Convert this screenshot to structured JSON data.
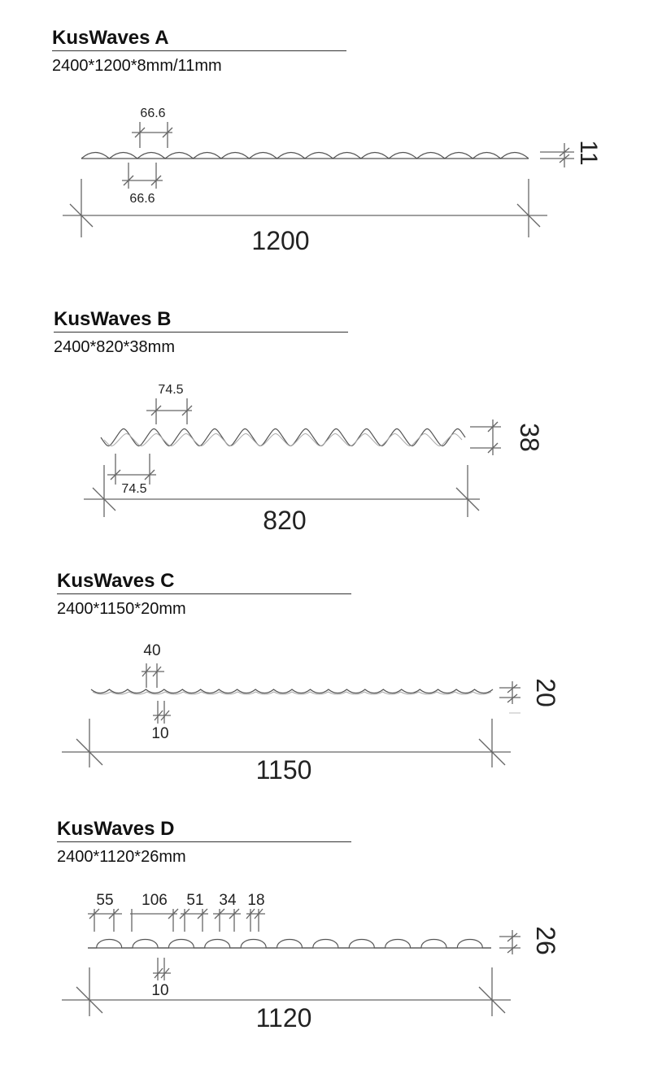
{
  "sections": [
    {
      "title": "KusWaves A",
      "spec": "2400*1200*8mm/11mm",
      "dims": {
        "top_pitch": "66.6",
        "bottom_pitch": "66.6",
        "thickness": "11",
        "width": "1200"
      }
    },
    {
      "title": "KusWaves B",
      "spec": "2400*820*38mm",
      "dims": {
        "top_pitch": "74.5",
        "bottom_pitch": "74.5",
        "thickness": "38",
        "width": "820"
      }
    },
    {
      "title": "KusWaves C",
      "spec": "2400*1150*20mm",
      "dims": {
        "top_pitch": "40",
        "groove": "10",
        "thickness": "20",
        "width": "1150"
      }
    },
    {
      "title": "KusWaves D",
      "spec": "2400*1120*26mm",
      "dims": {
        "d1": "55",
        "d2": "106",
        "d3": "51",
        "d4": "34",
        "d5": "18",
        "groove": "10",
        "thickness": "26",
        "width": "1120"
      }
    }
  ]
}
